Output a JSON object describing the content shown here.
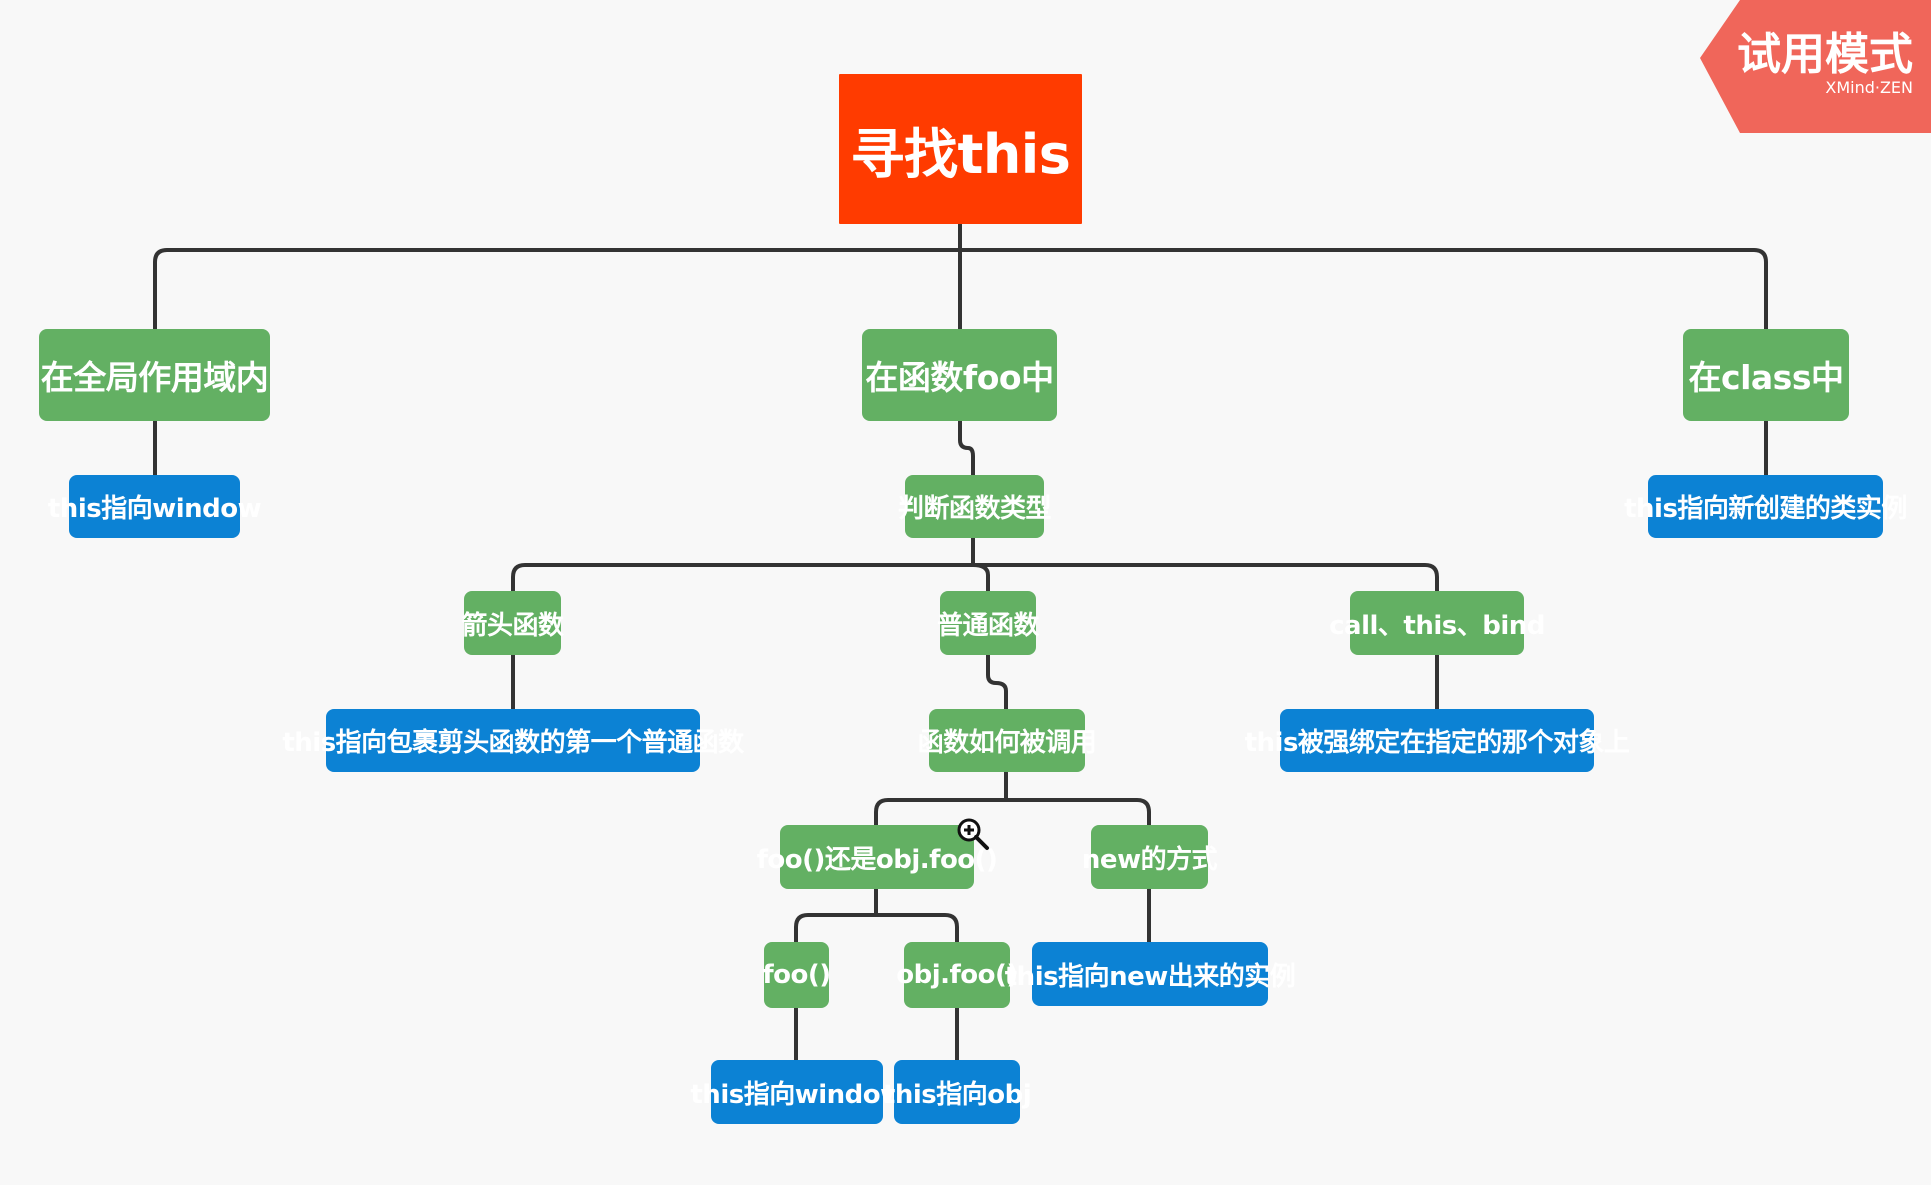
{
  "badge": {
    "title": "试用模式",
    "subtitle": "XMind·ZEN"
  },
  "colors": {
    "root": "#ff3b00",
    "topic": "#63b063",
    "leaf": "#0c82d4",
    "line": "#333333",
    "badge": "#f0665a",
    "background": "#f8f8f8"
  },
  "cursor_icon": "zoom-in-icon",
  "mindmap": {
    "root": "寻找this",
    "global": {
      "label": "在全局作用域内",
      "result": "this指向window"
    },
    "function": {
      "label": "在函数foo中",
      "judge": "判断函数类型",
      "arrow": {
        "label": "箭头函数",
        "result": "this指向包裹剪头函数的第一个普通函数"
      },
      "normal": {
        "label": "普通函数",
        "how_called": "函数如何被调用",
        "call_style": {
          "label": "foo()还是obj.foo()",
          "foo": {
            "label": "foo()",
            "result": "this指向window"
          },
          "obj_foo": {
            "label": "obj.foo()",
            "result": "this指向obj"
          }
        },
        "new_style": {
          "label": "new的方式",
          "result": "this指向new出来的实例"
        }
      },
      "bind": {
        "label": "call、this、bind",
        "result": "this被强绑定在指定的那个对象上"
      }
    },
    "class": {
      "label": "在class中",
      "result": "this指向新创建的类实例"
    }
  }
}
